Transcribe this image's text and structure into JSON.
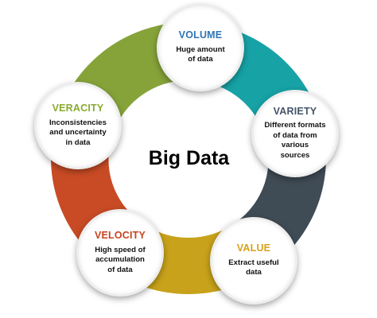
{
  "center": {
    "title": "Big Data"
  },
  "nodes": [
    {
      "key": "volume",
      "title": "VOLUME",
      "description": "Huge amount\nof data",
      "color": "#2E75B6",
      "segment_color": "#17A2A6"
    },
    {
      "key": "variety",
      "title": "VARIETY",
      "description": "Different formats\nof data from\nvarious\nsources",
      "color": "#44546A",
      "segment_color": "#3F4B55"
    },
    {
      "key": "value",
      "title": "VALUE",
      "description": "Extract useful\ndata",
      "color": "#D5A21B",
      "segment_color": "#C8A21A"
    },
    {
      "key": "velocity",
      "title": "VELOCITY",
      "description": "High speed of\naccumulation\nof data",
      "color": "#C9431F",
      "segment_color": "#C84B25"
    },
    {
      "key": "veracity",
      "title": "VERACITY",
      "description": "Inconsistencies\nand uncertainty\nin data",
      "color": "#8AAA2F",
      "segment_color": "#86A33A"
    }
  ]
}
